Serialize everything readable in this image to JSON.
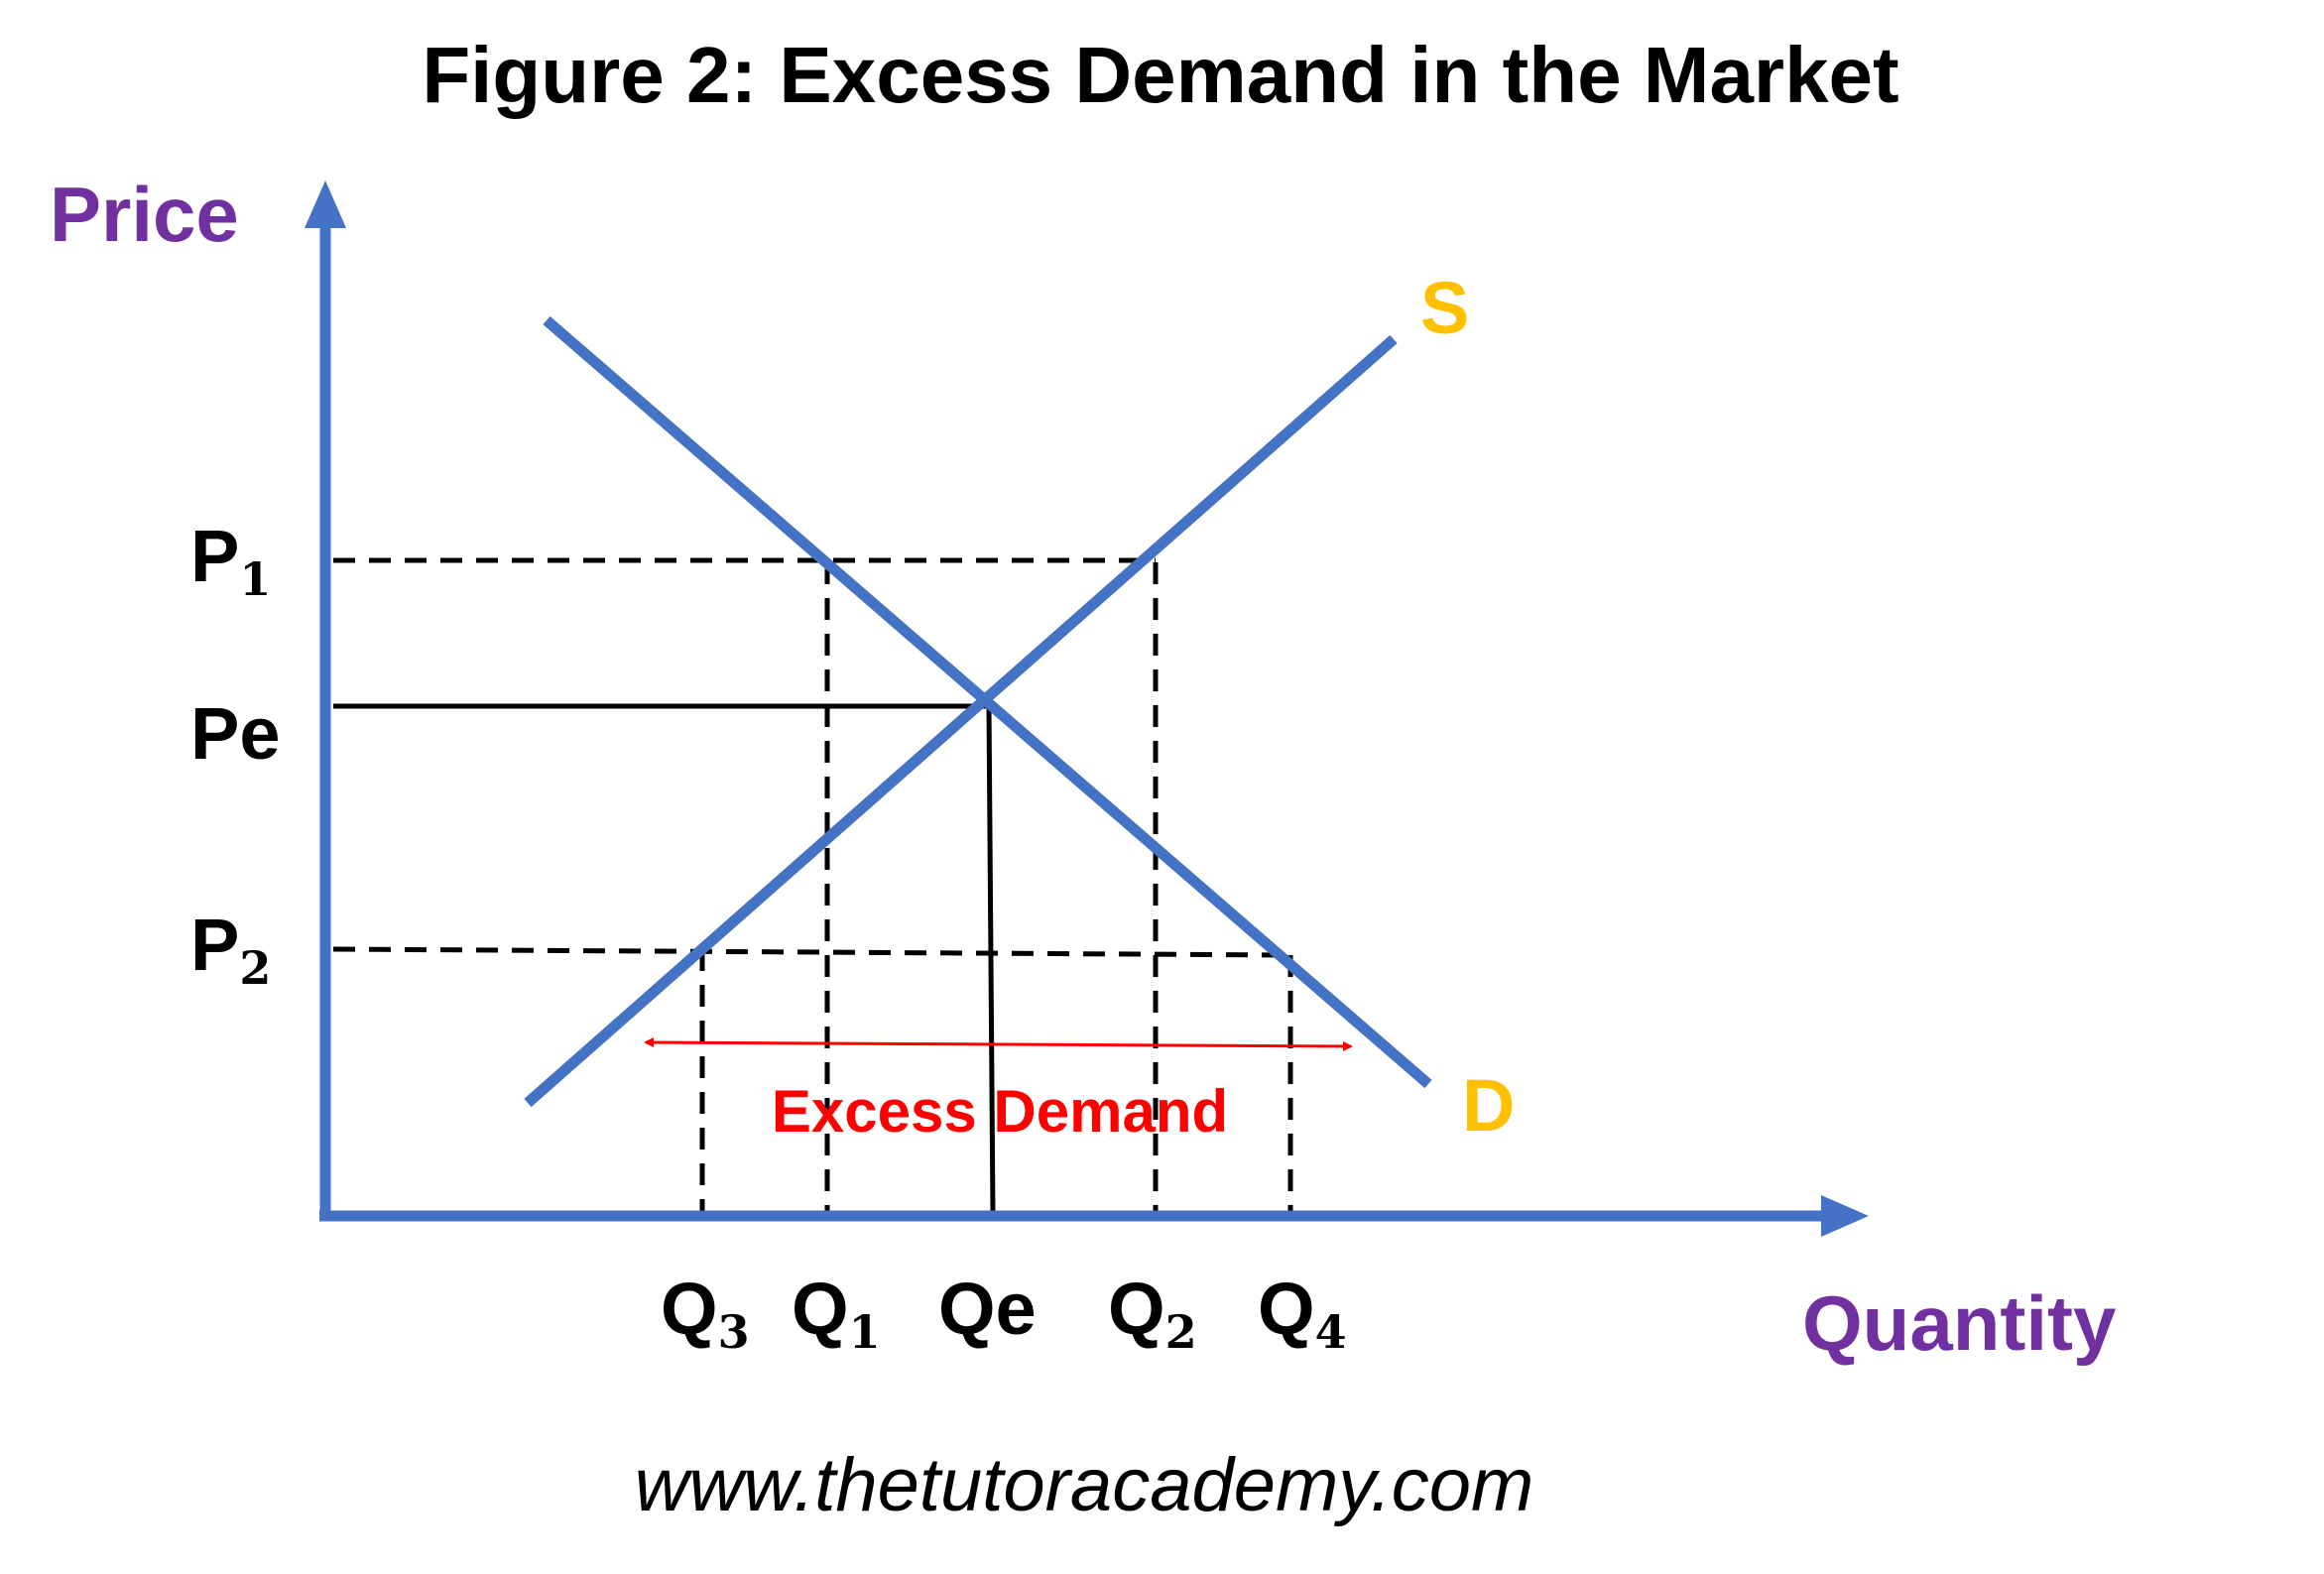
{
  "title": "Figure 2: Excess Demand in the Market",
  "axes": {
    "y_label": "Price",
    "x_label": "Quantity"
  },
  "curves": {
    "supply_label": "S",
    "demand_label": "D"
  },
  "price_levels": [
    {
      "id": "p1",
      "main": "P",
      "sub": "1"
    },
    {
      "id": "pe",
      "main": "Pe",
      "sub": ""
    },
    {
      "id": "p2",
      "main": "P",
      "sub": "2"
    }
  ],
  "quantity_levels": [
    {
      "id": "q3",
      "main": "Q",
      "sub": "3"
    },
    {
      "id": "q1",
      "main": "Q",
      "sub": "1"
    },
    {
      "id": "qe",
      "main": "Qe",
      "sub": ""
    },
    {
      "id": "q2",
      "main": "Q",
      "sub": "2"
    },
    {
      "id": "q4",
      "main": "Q",
      "sub": "4"
    }
  ],
  "annotation": {
    "excess_demand": "Excess Demand"
  },
  "footer": "www.thetutoracademy.com",
  "colors": {
    "axis": "#4472c4",
    "curve": "#4472c4",
    "axis_label": "#7030a0",
    "curve_label": "#ffc000",
    "annotation": "#ff0000"
  }
}
